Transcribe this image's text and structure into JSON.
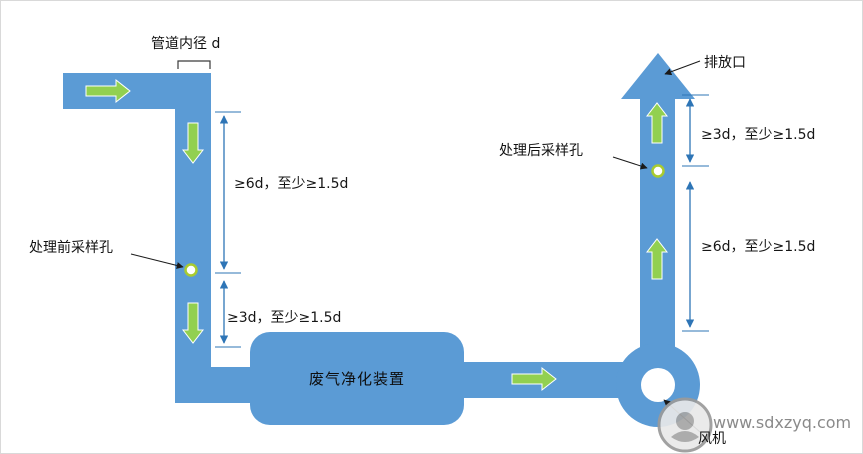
{
  "diagram": {
    "title_context": "exhaust-gas-sampling-duct-schematic",
    "labels": {
      "pipe_diameter": "管道内径 d",
      "pre_sample": "处理前采样孔",
      "post_sample": "处理后采样孔",
      "device": "废气净化装置",
      "outlet": "排放口",
      "fan": "风机",
      "left_dim_upper": "≥6d，至少≥1.5d",
      "left_dim_lower": "≥3d，至少≥1.5d",
      "right_dim_upper": "≥3d，至少≥1.5d",
      "right_dim_lower": "≥6d，至少≥1.5d"
    },
    "watermark": "www.sdxzyq.com",
    "colors": {
      "duct_blue": "#5B9BD5",
      "flow_arrow_green": "#92D050",
      "dimension_blue": "#2E75B6",
      "sample_port_ring": "#A9CB2F",
      "leader_black": "#1a1a1a",
      "watermark_gray": "#8a8a8a"
    }
  }
}
